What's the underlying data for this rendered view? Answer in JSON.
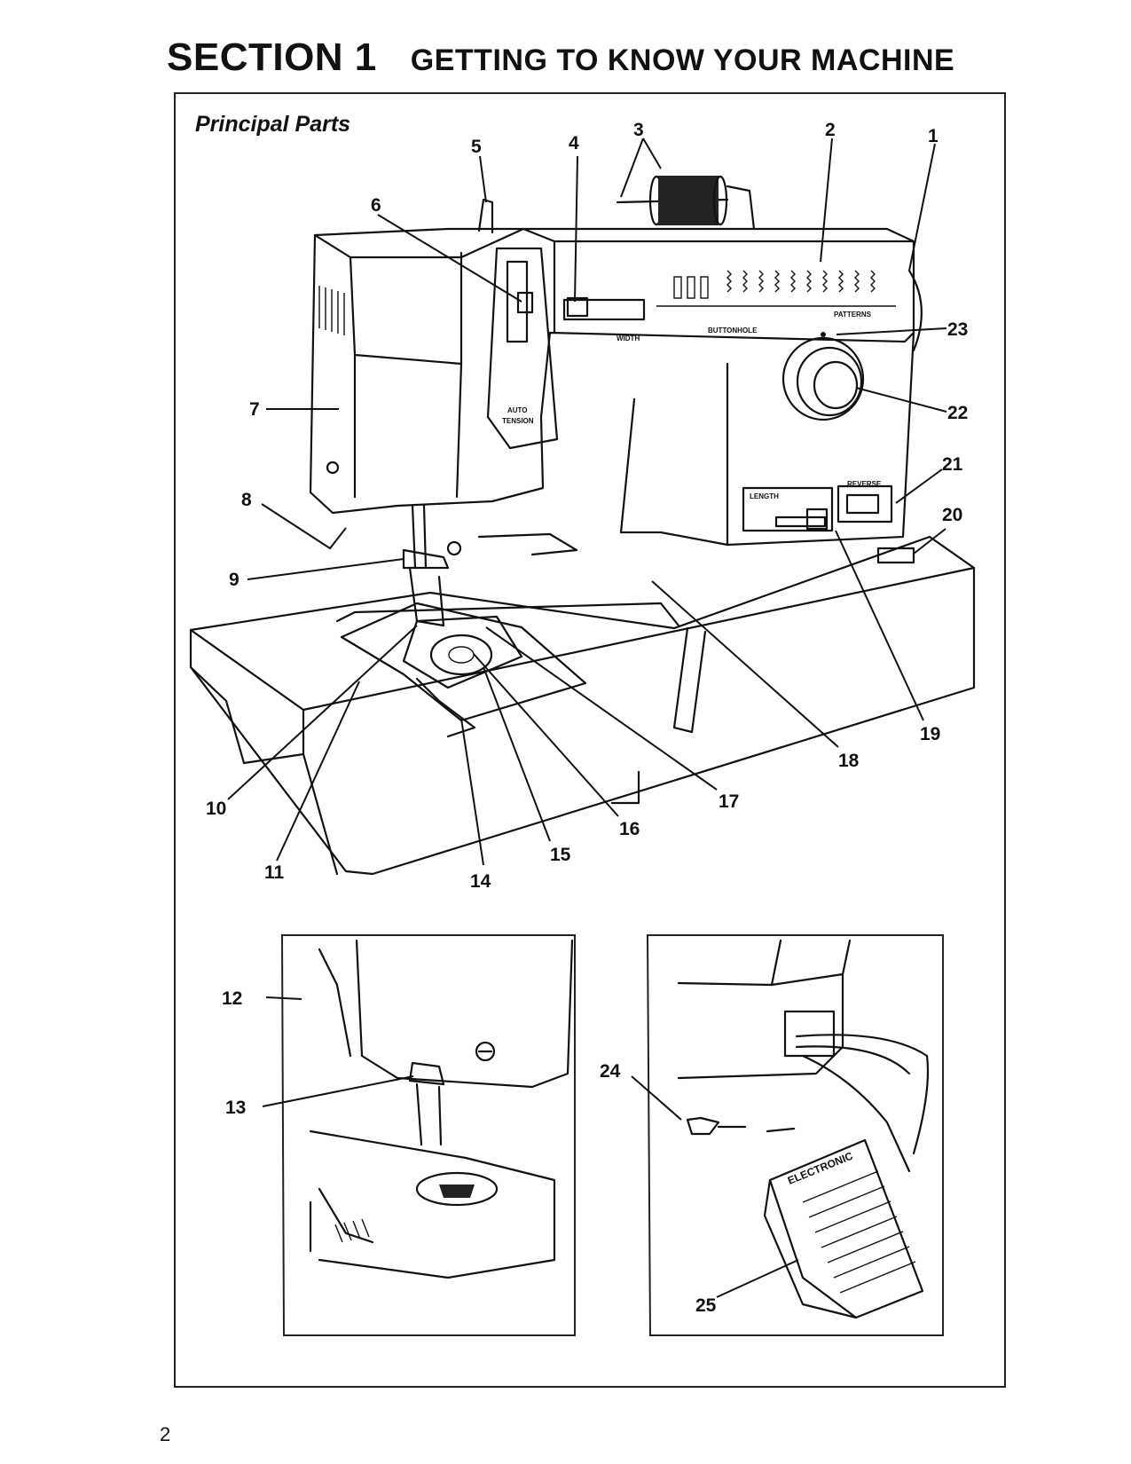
{
  "header": {
    "section": "SECTION 1",
    "title": "GETTING TO KNOW  YOUR MACHINE"
  },
  "figure": {
    "subtitle": "Principal Parts",
    "panel_labels": {
      "width": "WIDTH",
      "buttonhole": "BUTTONHOLE",
      "patterns": "PATTERNS",
      "auto": "AUTO",
      "tension": "TENSION",
      "length": "LENGTH",
      "reverse": "REVERSE",
      "electronic": "ELECTRONIC"
    },
    "callouts": [
      "1",
      "2",
      "3",
      "4",
      "5",
      "6",
      "7",
      "8",
      "9",
      "10",
      "11",
      "12",
      "13",
      "14",
      "15",
      "16",
      "17",
      "18",
      "19",
      "20",
      "21",
      "22",
      "23",
      "24",
      "25"
    ]
  },
  "page_number": "2"
}
